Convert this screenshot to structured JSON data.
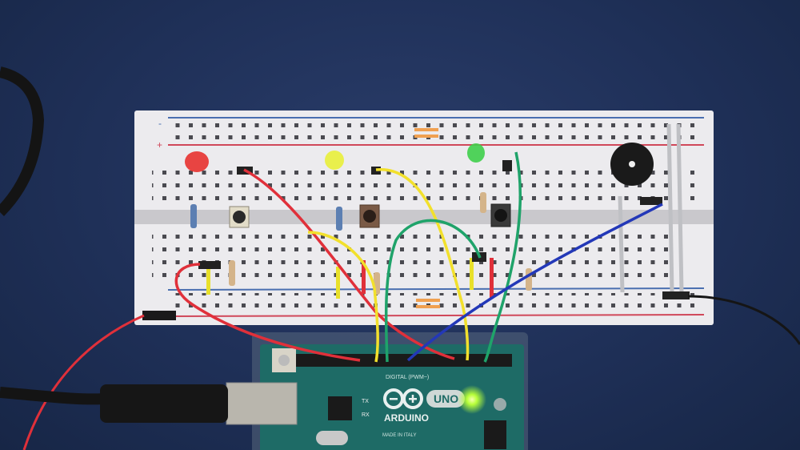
{
  "scene": {
    "description": "Arduino UNO connected to a breadboard with three LEDs, three push buttons, resistors and a piezo buzzer",
    "background_color": "#1f3058"
  },
  "breadboard": {
    "rail_minus_label": "-",
    "rail_plus_label": "+",
    "body_color": "#ecebee",
    "rail_blue": "#4a6fb0",
    "rail_red": "#d0485a"
  },
  "components": {
    "leds": [
      {
        "name": "red-led",
        "color": "#e8322f"
      },
      {
        "name": "yellow-led",
        "color": "#e9ef3a"
      },
      {
        "name": "green-led",
        "color": "#3fcf4a"
      }
    ],
    "buttons": [
      "button-1",
      "button-2",
      "button-3"
    ],
    "buzzer": "piezo-buzzer"
  },
  "arduino": {
    "brand": "ARDUINO",
    "model": "UNO",
    "header_label": "DIGITAL (PWM~)",
    "tx_label": "TX",
    "rx_label": "RX",
    "made_in": "MADE IN ITALY",
    "board_color": "#1e6b66",
    "power_led_color": "#b8ff3a"
  },
  "wires": {
    "red": "#e0303a",
    "yellow": "#f2e02c",
    "green": "#1fa36a",
    "blue": "#2338b8",
    "black": "#151515"
  }
}
